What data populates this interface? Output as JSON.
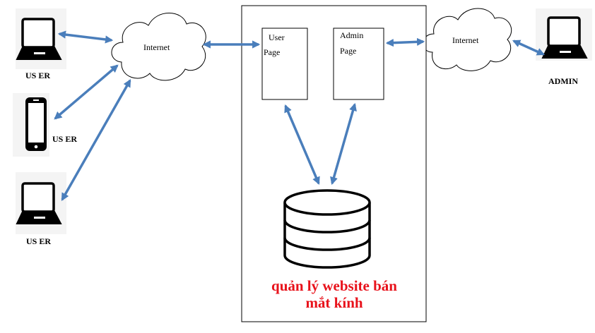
{
  "users": [
    {
      "label": "US ER"
    },
    {
      "label": "US ER"
    },
    {
      "label": "US ER"
    }
  ],
  "admin": {
    "label": "ADMIN"
  },
  "clouds": {
    "left": {
      "label": "Internet"
    },
    "right": {
      "label": "Internet"
    }
  },
  "server": {
    "user_page": {
      "line1": "User",
      "line2": "Page"
    },
    "admin_page": {
      "line1": "Admin",
      "line2": "Page"
    },
    "database": {
      "title_line1": "quản lý website bán",
      "title_line2": "mắt kính"
    }
  },
  "colors": {
    "arrow": "#4A7EBB",
    "db_title": "#E8121B",
    "device_fill": "#ffffff",
    "device_stroke": "#000000"
  },
  "icons": [
    "laptop-icon",
    "smartphone-icon",
    "cloud-icon",
    "database-icon"
  ]
}
